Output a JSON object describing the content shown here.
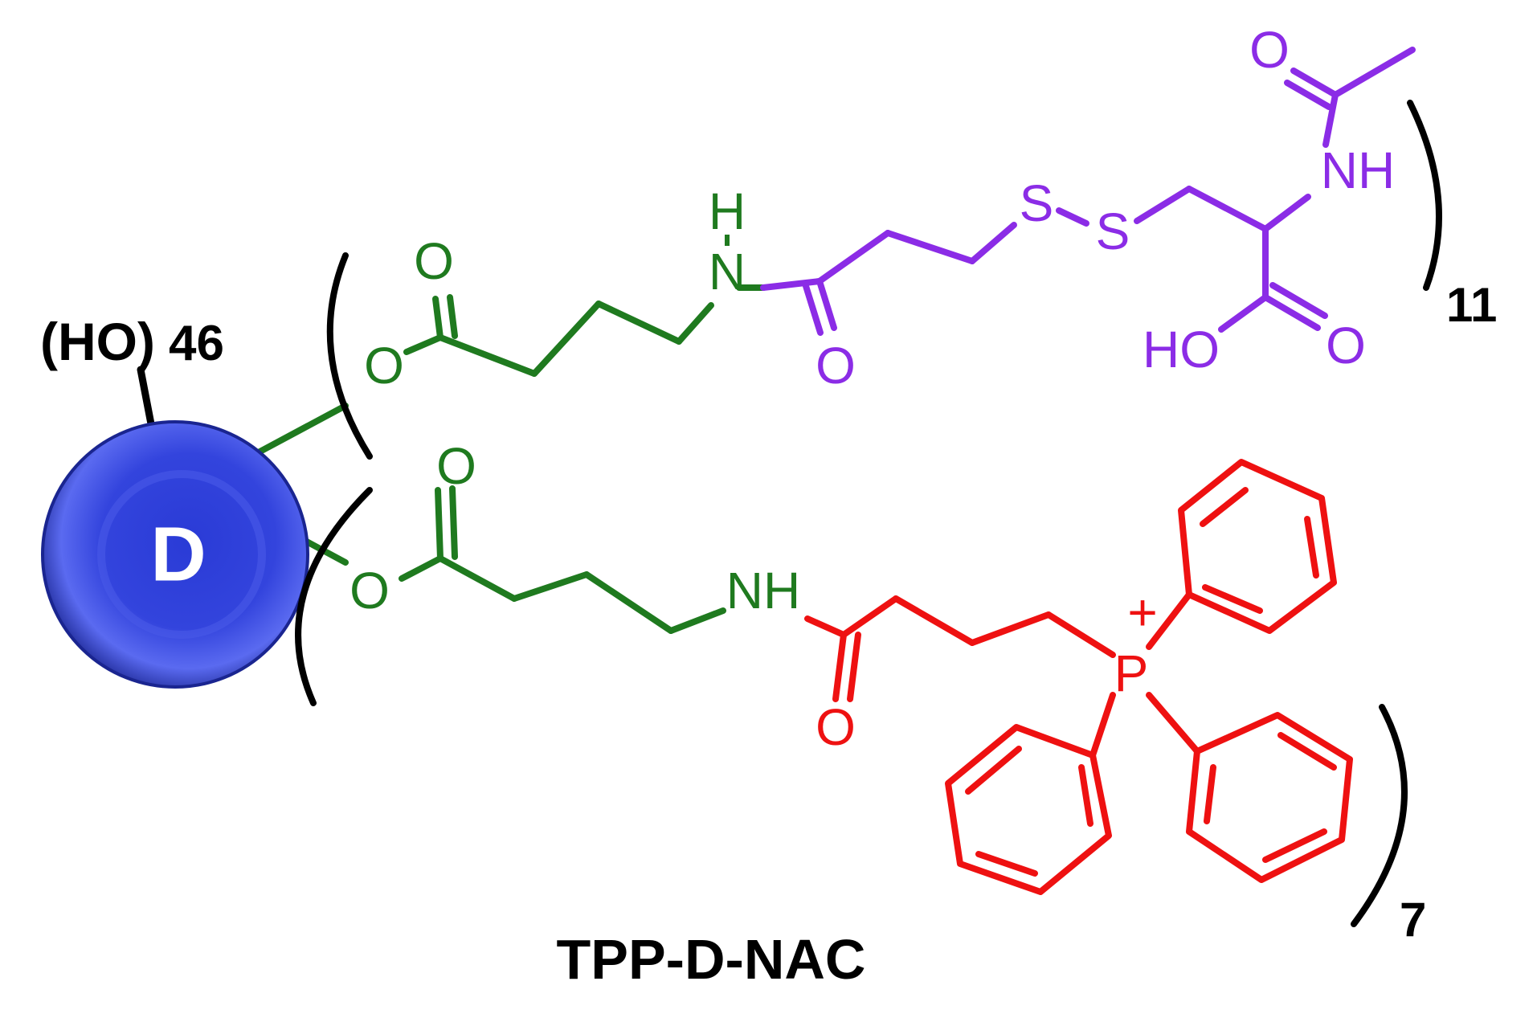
{
  "colors": {
    "linker": "#1f7a1f",
    "nac": "#8b2ce6",
    "tpp": "#ee1111",
    "core": "#2a3bd6",
    "core_dark": "#18237f",
    "black": "#000000"
  },
  "core": {
    "label": "D",
    "hydroxyl_label": "(HO)",
    "hydroxyl_count": "46"
  },
  "upper_arm": {
    "atoms": {
      "carbonyl_o": "O",
      "ester_o": "O",
      "amide_n": "N",
      "amide_h": "H",
      "amide_o": "O",
      "s1": "S",
      "s2": "S",
      "acetyl_o": "O",
      "nh": "NH",
      "acid_oh": "HO",
      "acid_o": "O"
    },
    "repeat_count": "11"
  },
  "lower_arm": {
    "atoms": {
      "carbonyl_o": "O",
      "ester_o": "O",
      "nh": "NH",
      "amide_o": "O",
      "phosphorus": "P",
      "charge": "+"
    },
    "repeat_count": "7"
  },
  "caption": "TPP-D-NAC",
  "icons": [
    "core-sphere-icon",
    "bracket-open-icon",
    "bracket-close-icon",
    "phenyl-ring-icon"
  ]
}
